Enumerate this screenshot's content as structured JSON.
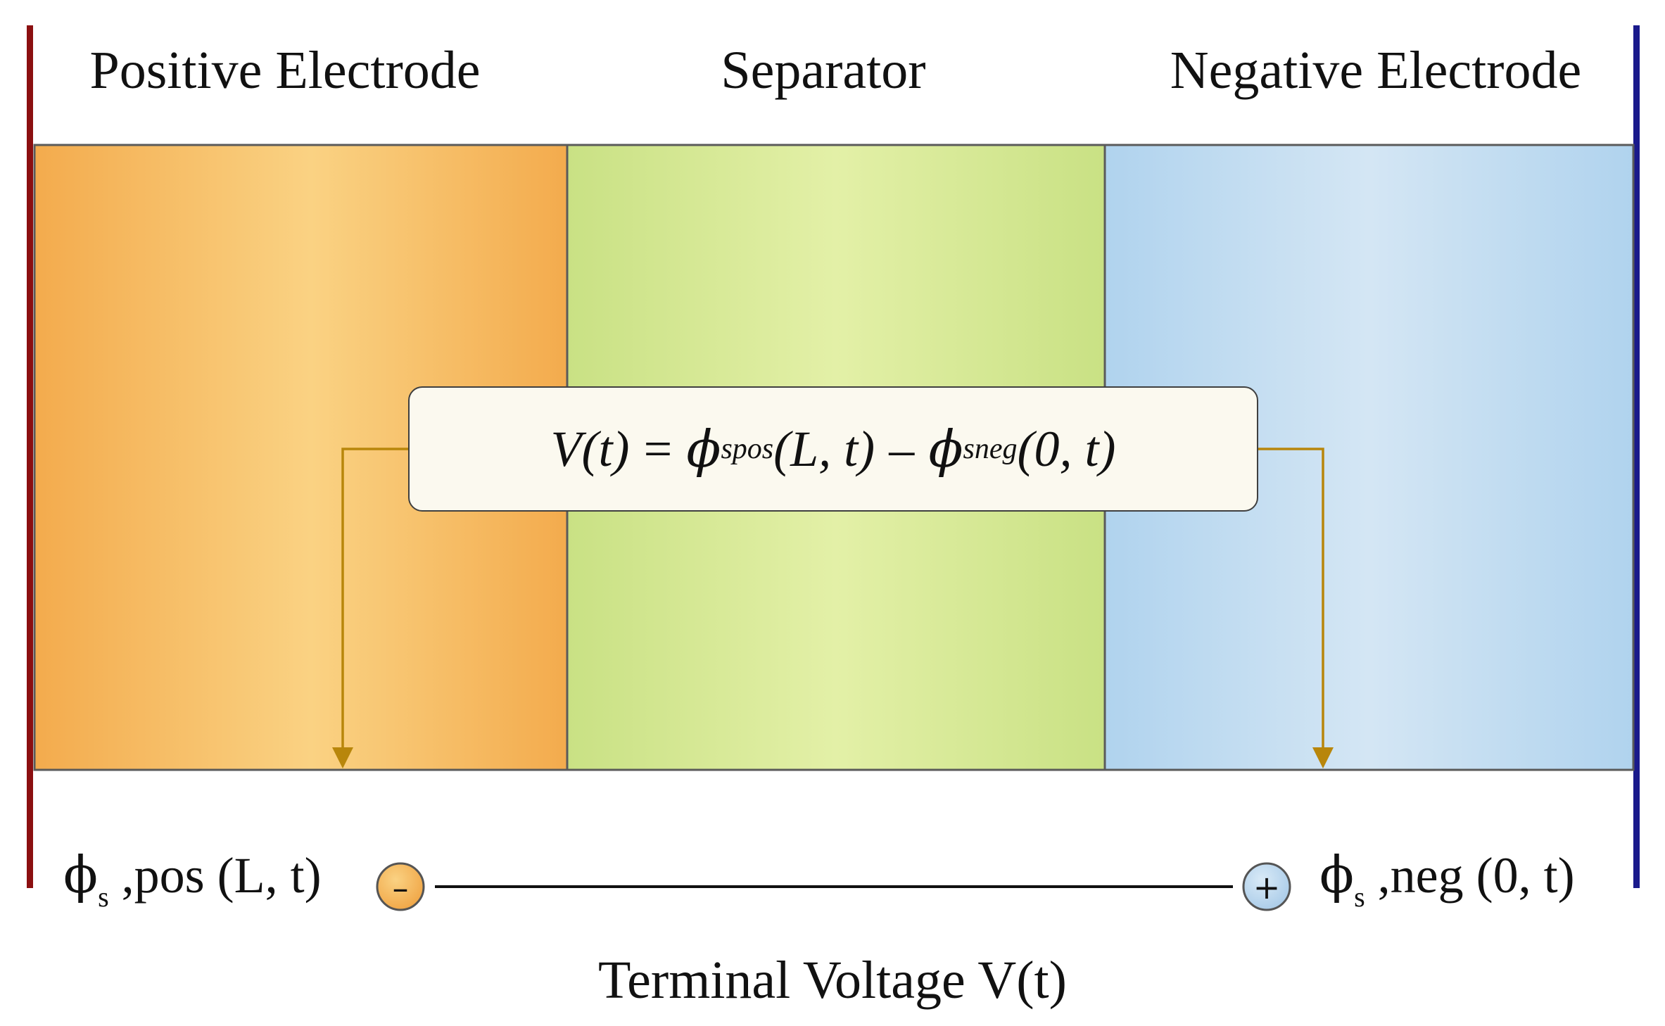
{
  "regions": {
    "positive_label": "Positive Electrode",
    "separator_label": "Separator",
    "negative_label": "Negative Electrode"
  },
  "formula": {
    "lhs": "V(t)",
    "eq": "=",
    "phi1": "ϕ",
    "sub1": "spos",
    "args1": "(L, t)",
    "minus": "–",
    "phi2": "ϕ",
    "sub2": "sneg",
    "args2": "(0, t)"
  },
  "terminals": {
    "left": {
      "phi": "ϕ",
      "sub": "s",
      "rest": " ,pos (L, t)",
      "sign": "–"
    },
    "right": {
      "phi": "ϕ",
      "sub": "s",
      "rest": " ,neg (0, t)",
      "sign": "+"
    }
  },
  "caption": "Terminal Voltage V(t)",
  "colors": {
    "positive": "#f3ab4d",
    "positive_light": "#fad283",
    "separator": "#c9e184",
    "separator_light": "#e3f0a7",
    "negative": "#b0d3ee",
    "negative_light": "#d4e6f4",
    "positive_rail": "#8b0f10",
    "negative_rail": "#1a1a8c",
    "arrow": "#b8860b",
    "border": "#5a5a5a",
    "formula_bg": "#fbf9ef"
  }
}
